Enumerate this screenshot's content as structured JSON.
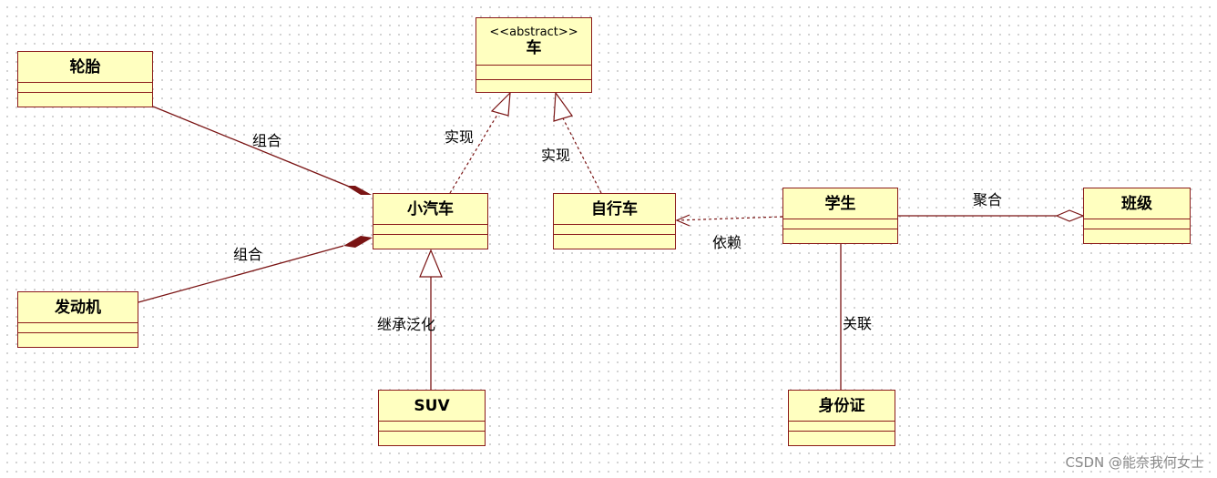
{
  "classes": {
    "car": {
      "stereotype": "<<abstract>>",
      "name": "车"
    },
    "tire": {
      "name": "轮胎"
    },
    "engine": {
      "name": "发动机"
    },
    "sedan": {
      "name": "小汽车"
    },
    "bicycle": {
      "name": "自行车"
    },
    "suv": {
      "name": "SUV"
    },
    "student": {
      "name": "学生"
    },
    "class": {
      "name": "班级"
    },
    "id_card": {
      "name": "身份证"
    }
  },
  "relations": {
    "tire_sedan": "组合",
    "engine_sedan": "组合",
    "sedan_car": "实现",
    "bicycle_car": "实现",
    "suv_sedan": "继承泛化",
    "student_bicycle": "依赖",
    "student_class": "聚合",
    "student_idcard": "关联"
  },
  "colors": {
    "class_fill": "#ffffc0",
    "class_border": "#8b1a1a",
    "connector": "#7a1414"
  },
  "watermark": "CSDN @能奈我何女士"
}
